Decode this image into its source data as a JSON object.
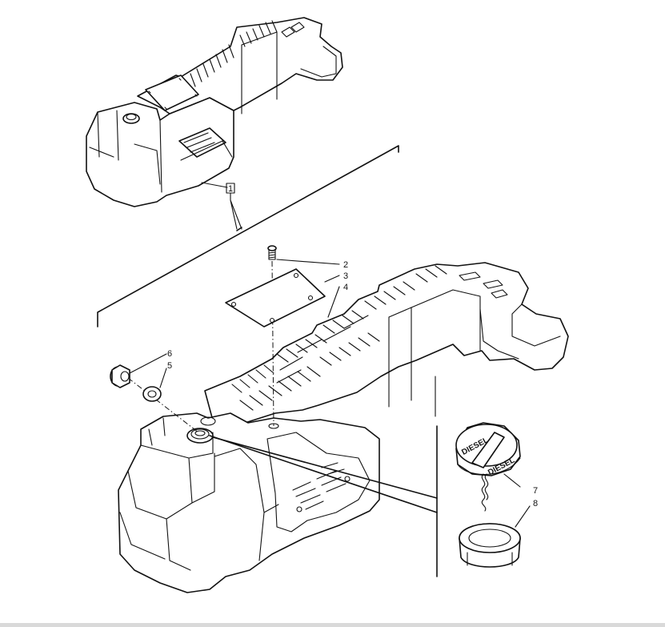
{
  "diagram": {
    "callouts": [
      {
        "id": "1",
        "label": "1",
        "boxed": true
      },
      {
        "id": "2",
        "label": "2"
      },
      {
        "id": "3",
        "label": "3"
      },
      {
        "id": "4",
        "label": "4"
      },
      {
        "id": "5",
        "label": "5"
      },
      {
        "id": "6",
        "label": "6"
      },
      {
        "id": "7",
        "label": "7"
      },
      {
        "id": "8",
        "label": "8"
      }
    ],
    "cap_text": "DIESEL"
  }
}
